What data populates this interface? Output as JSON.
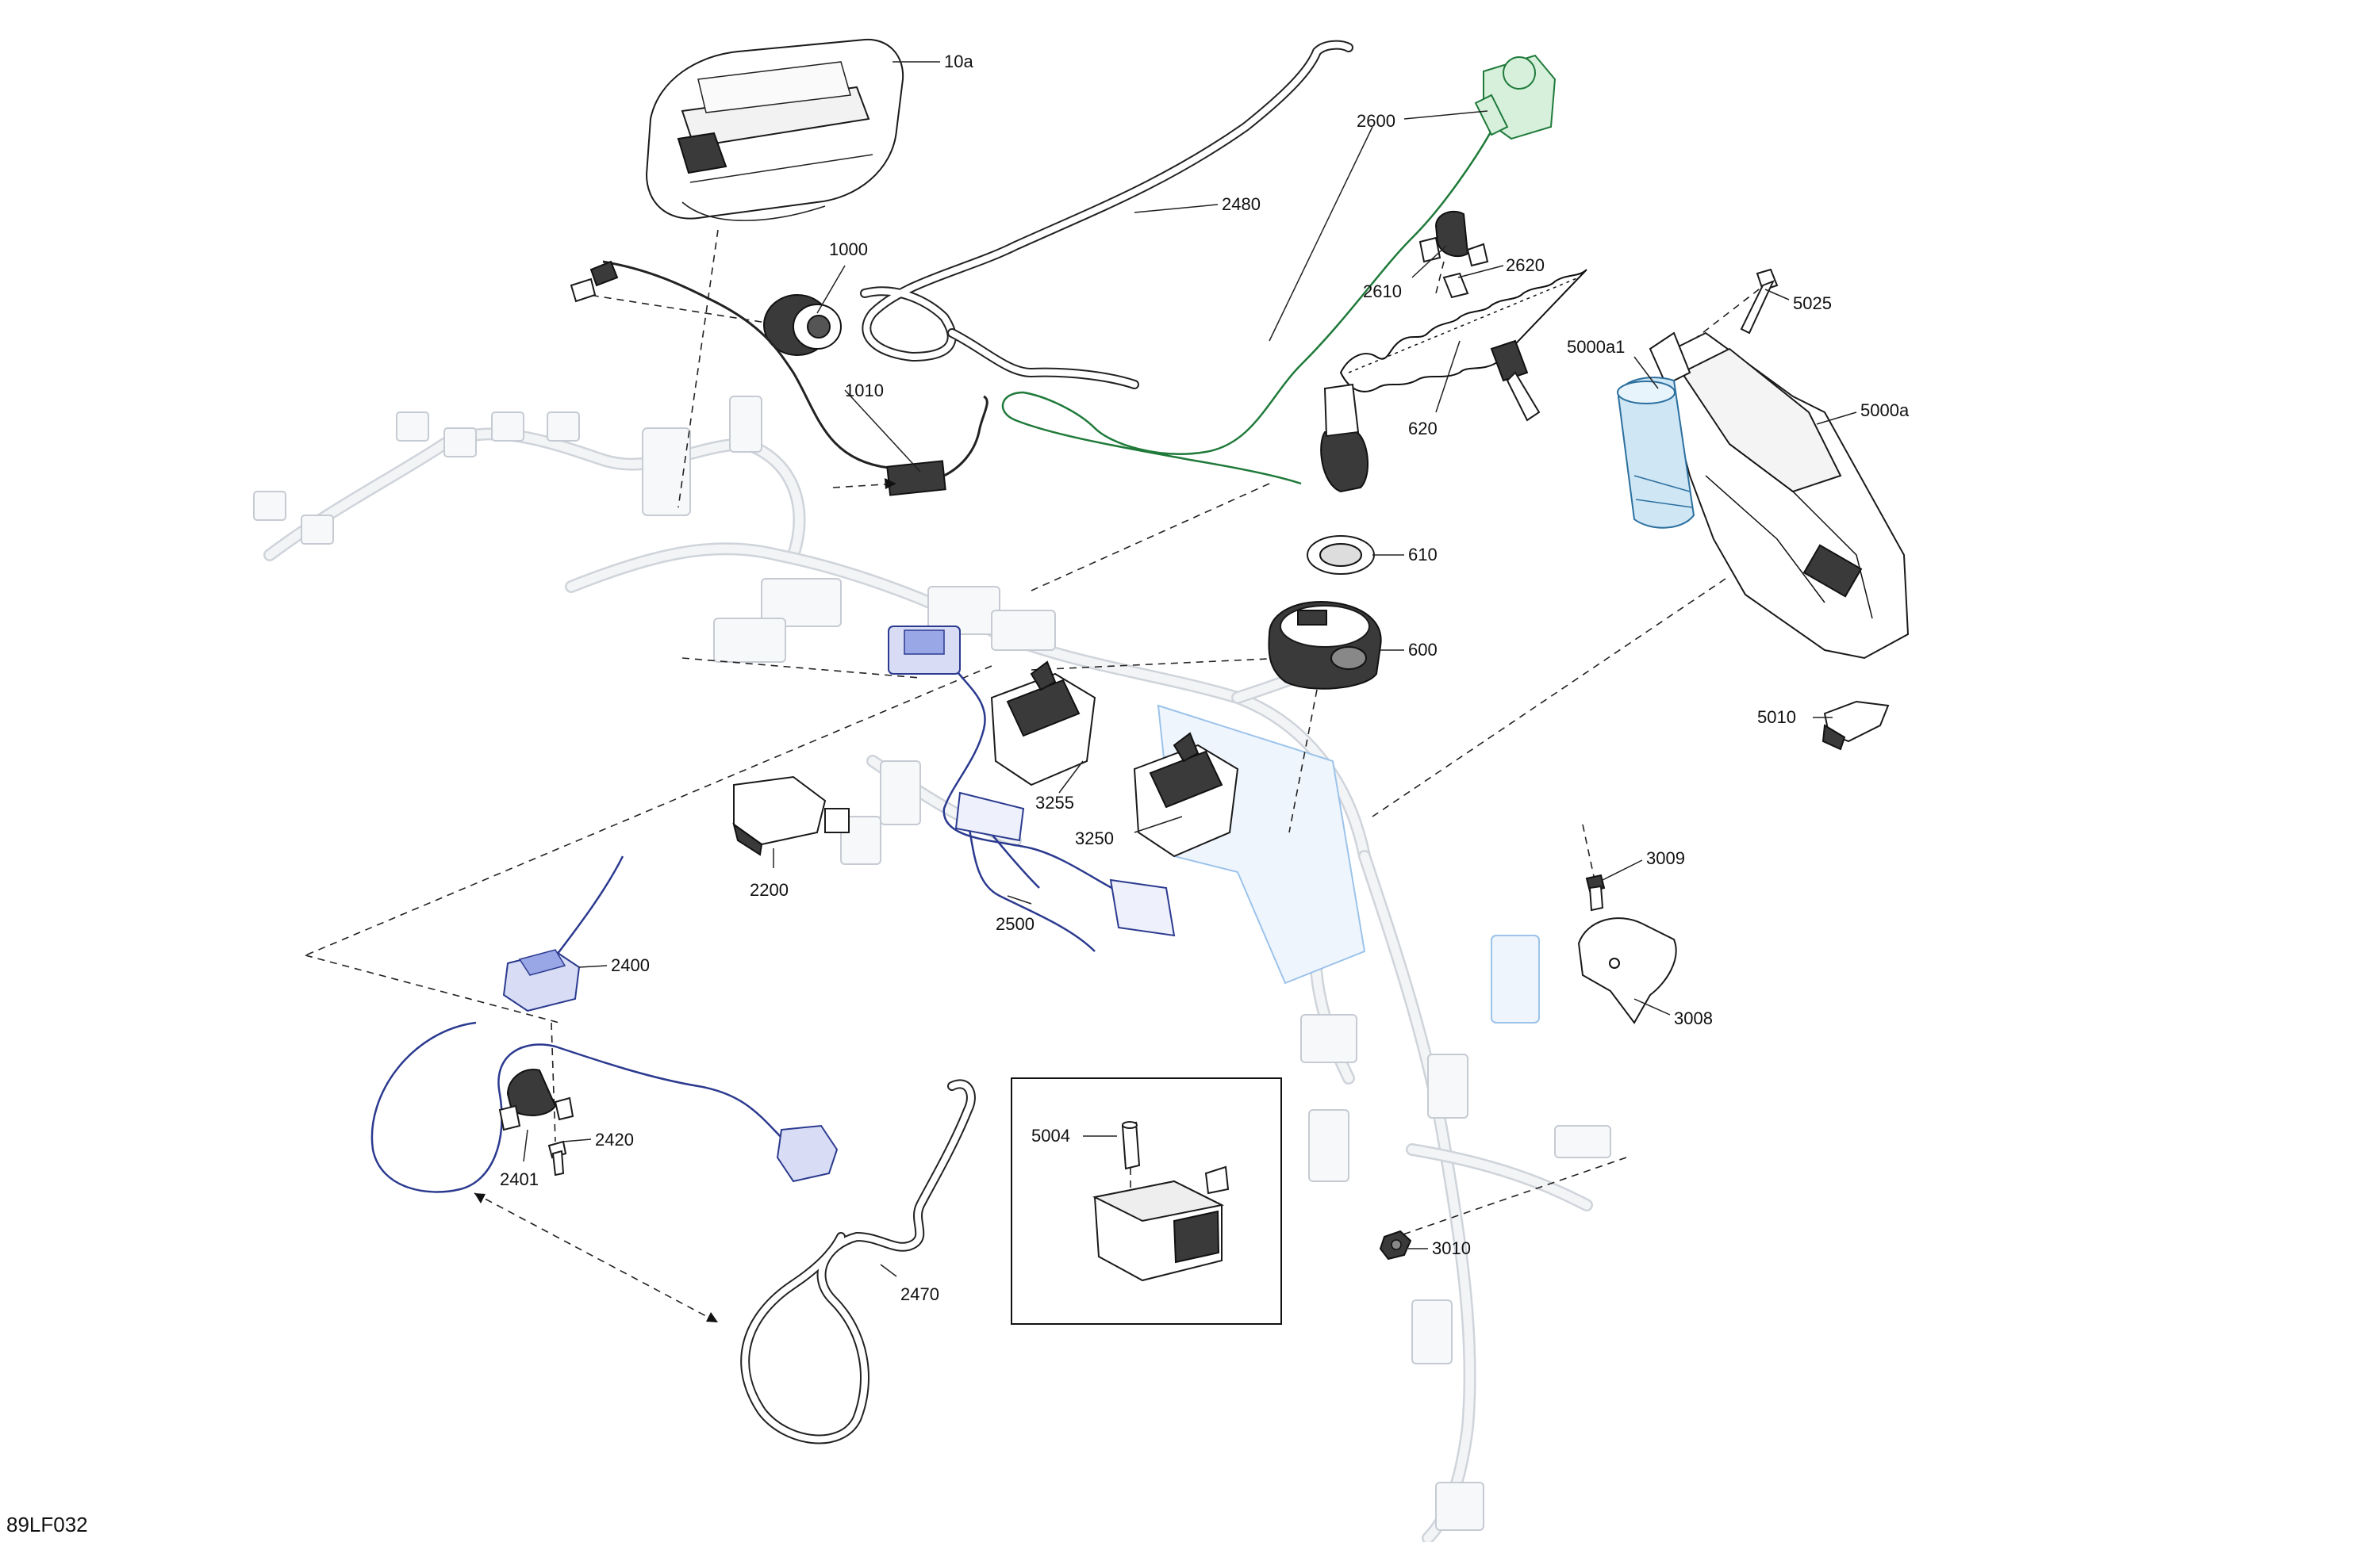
{
  "figure_id": "89LF032",
  "callouts": [
    {
      "id": "10a",
      "text": "10a"
    },
    {
      "id": "1000",
      "text": "1000"
    },
    {
      "id": "1010",
      "text": "1010"
    },
    {
      "id": "2480",
      "text": "2480"
    },
    {
      "id": "2600",
      "text": "2600"
    },
    {
      "id": "2610",
      "text": "2610"
    },
    {
      "id": "2620",
      "text": "2620"
    },
    {
      "id": "620",
      "text": "620"
    },
    {
      "id": "610",
      "text": "610"
    },
    {
      "id": "600",
      "text": "600"
    },
    {
      "id": "5025",
      "text": "5025"
    },
    {
      "id": "5000a1",
      "text": "5000a1"
    },
    {
      "id": "5000a",
      "text": "5000a"
    },
    {
      "id": "5010",
      "text": "5010"
    },
    {
      "id": "3255",
      "text": "3255"
    },
    {
      "id": "3250",
      "text": "3250"
    },
    {
      "id": "2200",
      "text": "2200"
    },
    {
      "id": "2500",
      "text": "2500"
    },
    {
      "id": "3009",
      "text": "3009"
    },
    {
      "id": "3008",
      "text": "3008"
    },
    {
      "id": "2400",
      "text": "2400"
    },
    {
      "id": "2420",
      "text": "2420"
    },
    {
      "id": "2401",
      "text": "2401"
    },
    {
      "id": "5004",
      "text": "5004"
    },
    {
      "id": "3010",
      "text": "3010"
    },
    {
      "id": "2470",
      "text": "2470"
    }
  ],
  "colors": {
    "line": "#1a1a1a",
    "ghost": "#c6cbd3",
    "blue_parts": "#2b3a8f",
    "green_parts": "#1f7a3a",
    "cyan_part": "#5aa9d6"
  }
}
